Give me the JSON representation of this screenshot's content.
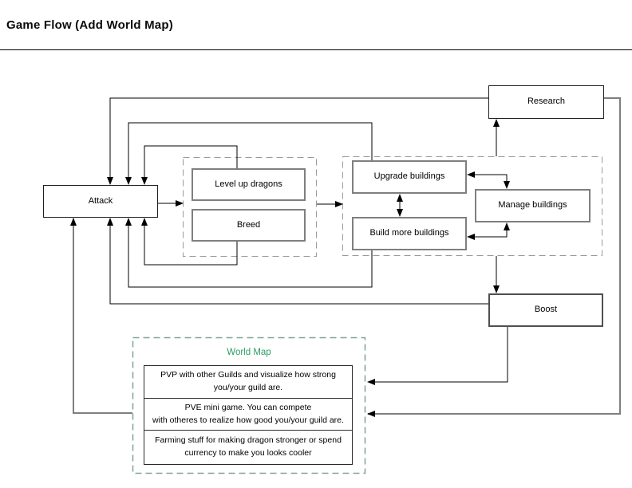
{
  "page": {
    "title": "Game Flow (Add World Map)"
  },
  "diagram": {
    "nodes": {
      "attack": "Attack",
      "level_up_dragons": "Level up dragons",
      "breed": "Breed",
      "upgrade_buildings": "Upgrade buildings",
      "build_more_buildings": "Build more buildings",
      "manage_buildings": "Manage buildings",
      "research": "Research",
      "boost": "Boost"
    },
    "world_map": {
      "title": "World Map",
      "title_color": "#2d9e66",
      "border_color": "#7fa39a",
      "rows": [
        {
          "lines": [
            "PVP with other Guilds and visualize how strong",
            "you/your guild are."
          ]
        },
        {
          "lines": [
            "PVE mini game. You can compete",
            "with otheres to realize how good you/your guild are."
          ]
        },
        {
          "lines": [
            "Farming stuff for making dragon stronger or spend",
            "currency to make you looks cooler"
          ]
        }
      ]
    },
    "edges": [
      {
        "from": "attack",
        "to": "dragon-group",
        "arrow": "forward"
      },
      {
        "from": "dragon-group",
        "to": "building-group",
        "arrow": "forward"
      },
      {
        "from": "level_up_dragons",
        "to": "attack",
        "arrow": "forward"
      },
      {
        "from": "breed",
        "to": "attack",
        "arrow": "forward"
      },
      {
        "from": "upgrade_buildings",
        "to": "attack",
        "arrow": "forward"
      },
      {
        "from": "build_more_buildings",
        "to": "attack",
        "arrow": "forward"
      },
      {
        "from": "research",
        "to": "attack",
        "arrow": "forward"
      },
      {
        "from": "research",
        "to": "world-map-pve-row",
        "arrow": "forward"
      },
      {
        "from": "building-group",
        "to": "research",
        "arrow": "forward"
      },
      {
        "from": "building-group",
        "to": "boost",
        "arrow": "forward"
      },
      {
        "from": "upgrade_buildings",
        "to": "manage_buildings",
        "arrow": "both"
      },
      {
        "from": "build_more_buildings",
        "to": "manage_buildings",
        "arrow": "both"
      },
      {
        "from": "upgrade_buildings",
        "to": "build_more_buildings",
        "arrow": "both"
      },
      {
        "from": "boost",
        "to": "attack",
        "arrow": "forward"
      },
      {
        "from": "boost",
        "to": "world-map-pvp-row",
        "arrow": "forward"
      },
      {
        "from": "world-map",
        "to": "attack",
        "arrow": "forward"
      }
    ]
  }
}
